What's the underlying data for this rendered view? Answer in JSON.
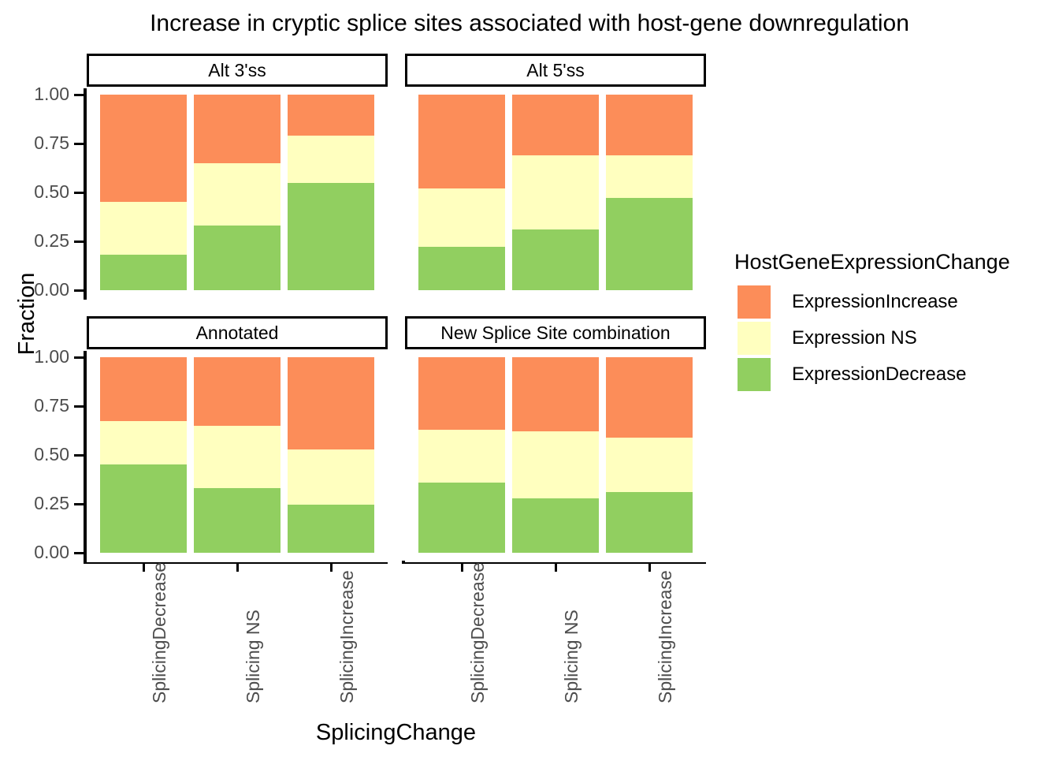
{
  "chart_data": {
    "type": "bar",
    "barmode": "stacked-fraction",
    "title": "Increase in cryptic splice sites associated with host-gene downregulation",
    "xlabel": "SplicingChange",
    "ylabel": "Fraction",
    "ylim": [
      0,
      1
    ],
    "yticks": [
      "0.00",
      "0.25",
      "0.50",
      "0.75",
      "1.00"
    ],
    "ytick_values": [
      0,
      0.25,
      0.5,
      0.75,
      1
    ],
    "grid": false,
    "legend_position": "right",
    "legend_title": "HostGeneExpressionChange",
    "categories": [
      "SplicingDecrease",
      "Splicing NS",
      "SplicingIncrease"
    ],
    "series_order": [
      "ExpressionIncrease",
      "Expression NS",
      "ExpressionDecrease"
    ],
    "colors": {
      "ExpressionIncrease": "#fc8d59",
      "Expression NS": "#ffffbf",
      "ExpressionDecrease": "#91cf60"
    },
    "facets": [
      {
        "label": "Alt 3'ss",
        "row": 0,
        "col": 0,
        "series": [
          {
            "name": "ExpressionDecrease",
            "values": [
              0.18,
              0.33,
              0.55
            ]
          },
          {
            "name": "Expression NS",
            "values": [
              0.27,
              0.32,
              0.24
            ]
          },
          {
            "name": "ExpressionIncrease",
            "values": [
              0.55,
              0.35,
              0.21
            ]
          }
        ]
      },
      {
        "label": "Alt 5'ss",
        "row": 0,
        "col": 1,
        "series": [
          {
            "name": "ExpressionDecrease",
            "values": [
              0.22,
              0.31,
              0.47
            ]
          },
          {
            "name": "Expression NS",
            "values": [
              0.3,
              0.38,
              0.22
            ]
          },
          {
            "name": "ExpressionIncrease",
            "values": [
              0.48,
              0.31,
              0.31
            ]
          }
        ]
      },
      {
        "label": "Annotated",
        "row": 1,
        "col": 0,
        "series": [
          {
            "name": "ExpressionDecrease",
            "values": [
              0.45,
              0.33,
              0.245
            ]
          },
          {
            "name": "Expression NS",
            "values": [
              0.225,
              0.32,
              0.285
            ]
          },
          {
            "name": "ExpressionIncrease",
            "values": [
              0.325,
              0.35,
              0.47
            ]
          }
        ]
      },
      {
        "label": "New Splice Site combination",
        "row": 1,
        "col": 1,
        "series": [
          {
            "name": "ExpressionDecrease",
            "values": [
              0.36,
              0.28,
              0.31
            ]
          },
          {
            "name": "Expression NS",
            "values": [
              0.27,
              0.34,
              0.28
            ]
          },
          {
            "name": "ExpressionIncrease",
            "values": [
              0.37,
              0.38,
              0.41
            ]
          }
        ]
      }
    ],
    "legend_entries": [
      {
        "label": "ExpressionIncrease",
        "color": "#fc8d59"
      },
      {
        "label": "Expression NS",
        "color": "#ffffbf"
      },
      {
        "label": "ExpressionDecrease",
        "color": "#91cf60"
      }
    ]
  }
}
